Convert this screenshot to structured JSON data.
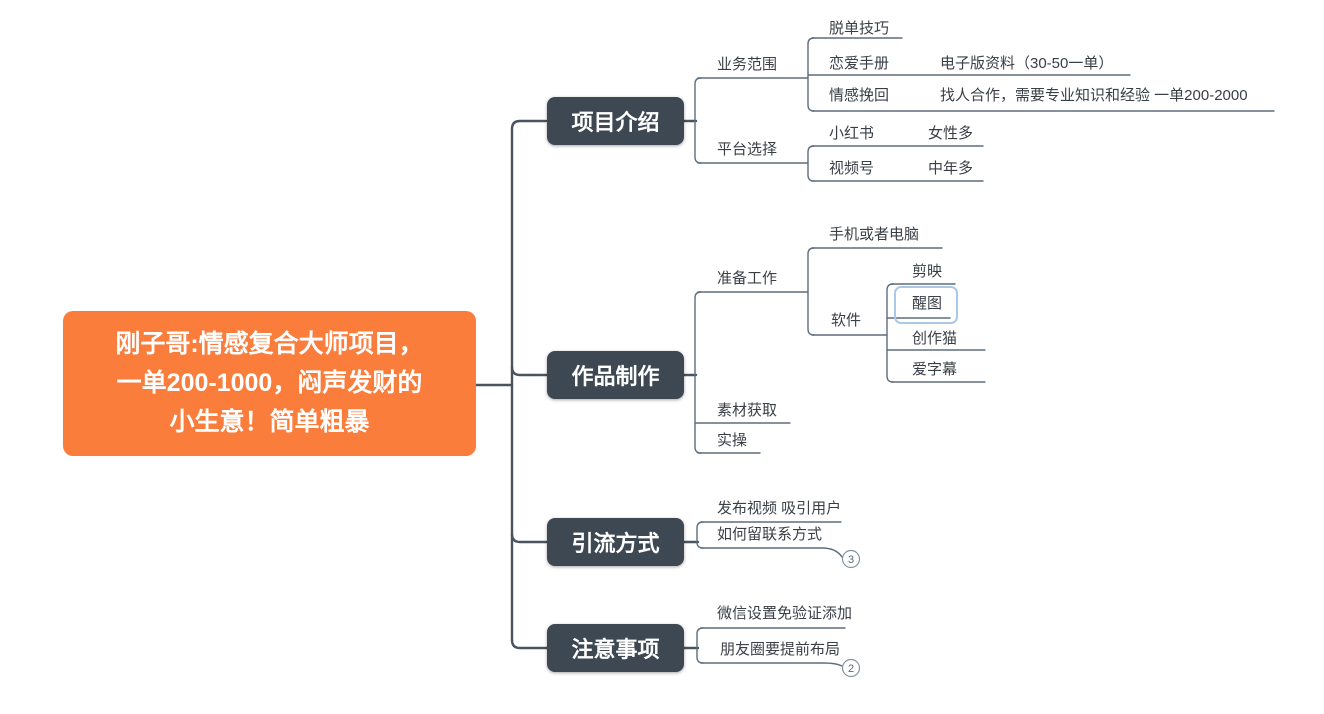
{
  "root": {
    "lines": [
      "刚子哥:情感复合大师项目，",
      "一单200-1000，闷声发财的",
      "小生意！简单粗暴"
    ]
  },
  "topics": [
    {
      "label": "项目介绍"
    },
    {
      "label": "作品制作"
    },
    {
      "label": "引流方式"
    },
    {
      "label": "注意事项"
    }
  ],
  "nodes": {
    "yewu": "业务范围",
    "tuodan": "脱单技巧",
    "lianai": "恋爱手册",
    "dianzi": "电子版资料（30-50一单）",
    "qinggan": "情感挽回",
    "hezuo": "找人合作，需要专业知识和经验 一单200-2000",
    "pingtai": "平台选择",
    "xiaohongshu": "小红书",
    "nvxing": "女性多",
    "shipinhao": "视频号",
    "zhongnian": "中年多",
    "zhunbei": "准备工作",
    "shouji": "手机或者电脑",
    "ruanjian": "软件",
    "jianying": "剪映",
    "xingtu": "醒图",
    "chuangzuomao": "创作猫",
    "aizimu": "爱字幕",
    "sucai": "素材获取",
    "shicao": "实操",
    "fabu": "发布视频 吸引用户",
    "lianxi": "如何留联系方式",
    "weixin": "微信设置免验证添加",
    "pengyouquan": "朋友圈要提前布局"
  },
  "badges": {
    "lianxi_count": "3",
    "pengyouquan_count": "2"
  },
  "colors": {
    "root_bg": "#fa7d3c",
    "topic_bg": "#3e4852",
    "trunk": "#49545f",
    "line": "#5f6d7c",
    "selection": "#abc8e8",
    "badge": "#8493a2",
    "text": "#3a3f46"
  }
}
